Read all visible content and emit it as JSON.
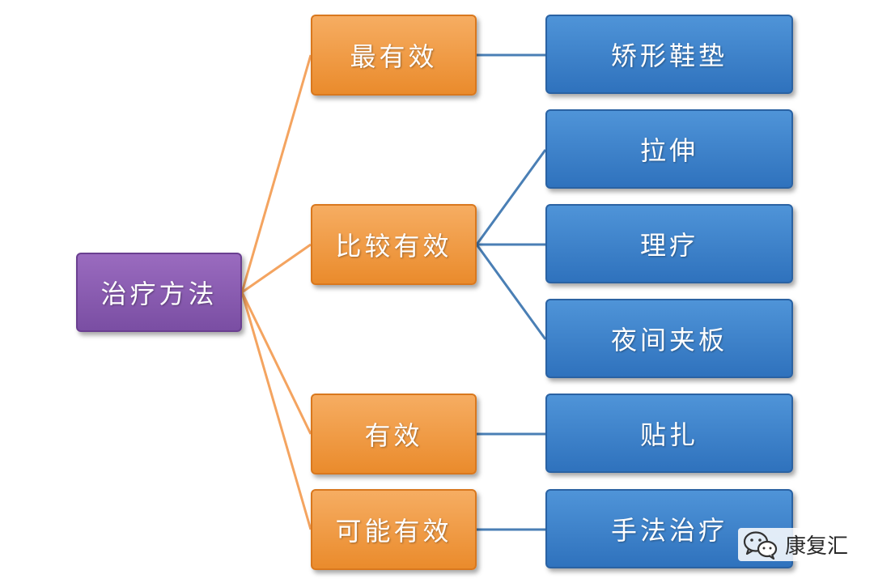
{
  "diagram": {
    "root": "治疗方法",
    "categories": [
      "最有效",
      "比较有效",
      "有效",
      "可能有效"
    ],
    "methods": [
      "矫形鞋垫",
      "拉伸",
      "理疗",
      "夜间夹板",
      "贴扎",
      "手法治疗"
    ]
  },
  "watermark": {
    "text": "康复汇",
    "icon": "wechat-icon"
  },
  "colors": {
    "root_fill": "#8a5cb0",
    "category_fill": "#f09a40",
    "method_fill": "#3d83cc",
    "root_connector": "#f4a460",
    "method_connector": "#4a7fb5"
  }
}
